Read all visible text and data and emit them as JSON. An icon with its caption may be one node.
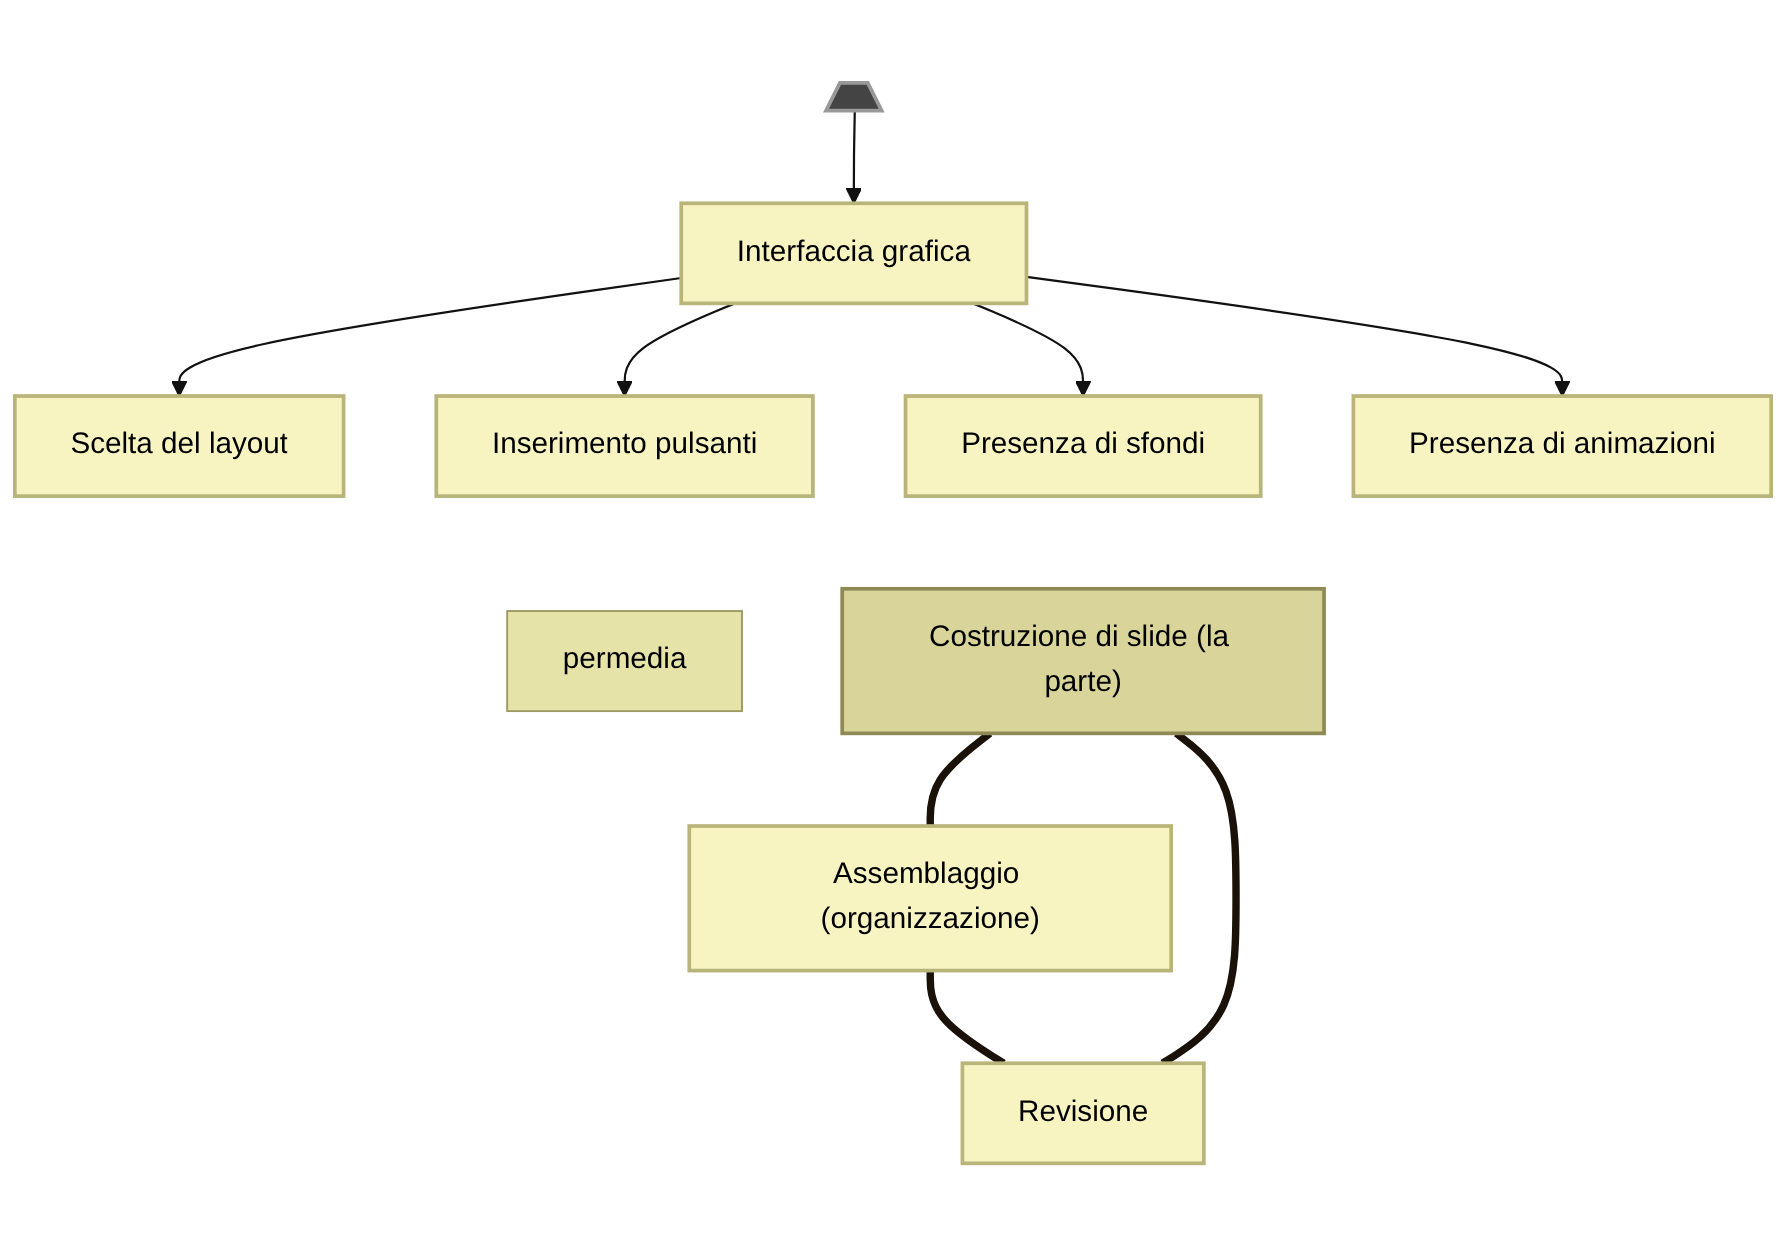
{
  "diagram": {
    "nodes": [
      {
        "text": [],
        "shape": "bar"
      },
      {
        "text": [
          "Interfaccia grafica"
        ]
      },
      {
        "text": [
          "Scelta del layout"
        ]
      },
      {
        "text": [
          "Presenza di sfondi"
        ]
      },
      {
        "text": [
          "Inserimento pulsanti"
        ]
      },
      {
        "text": [
          "Presenza di animazioni"
        ]
      },
      {
        "text": [
          "permedia"
        ]
      },
      {
        "text": [
          "Costruzione di slide (la parte)"
        ]
      },
      {
        "text": [
          "Assemblaggio (organizzazione)"
        ]
      },
      {
        "text": [
          "Revisione"
        ]
      }
    ],
    "edges": [
      {
        "from": 0,
        "to": 1,
        "arrow": "to"
      },
      {
        "from": 1,
        "to": 2,
        "arrow": "to"
      },
      {
        "from": 1,
        "to": 3,
        "arrow": "to"
      },
      {
        "from": 1,
        "to": 4,
        "arrow": "to"
      },
      {
        "from": 1,
        "to": 5,
        "arrow": "to"
      },
      {
        "from": 7,
        "to": 8,
        "arrow": "none",
        "style": "thick"
      },
      {
        "from": 8,
        "to": 9,
        "arrow": "none",
        "style": "thick"
      },
      {
        "from": 9,
        "to": 7,
        "arrow": "none",
        "style": "thick"
      }
    ]
  }
}
